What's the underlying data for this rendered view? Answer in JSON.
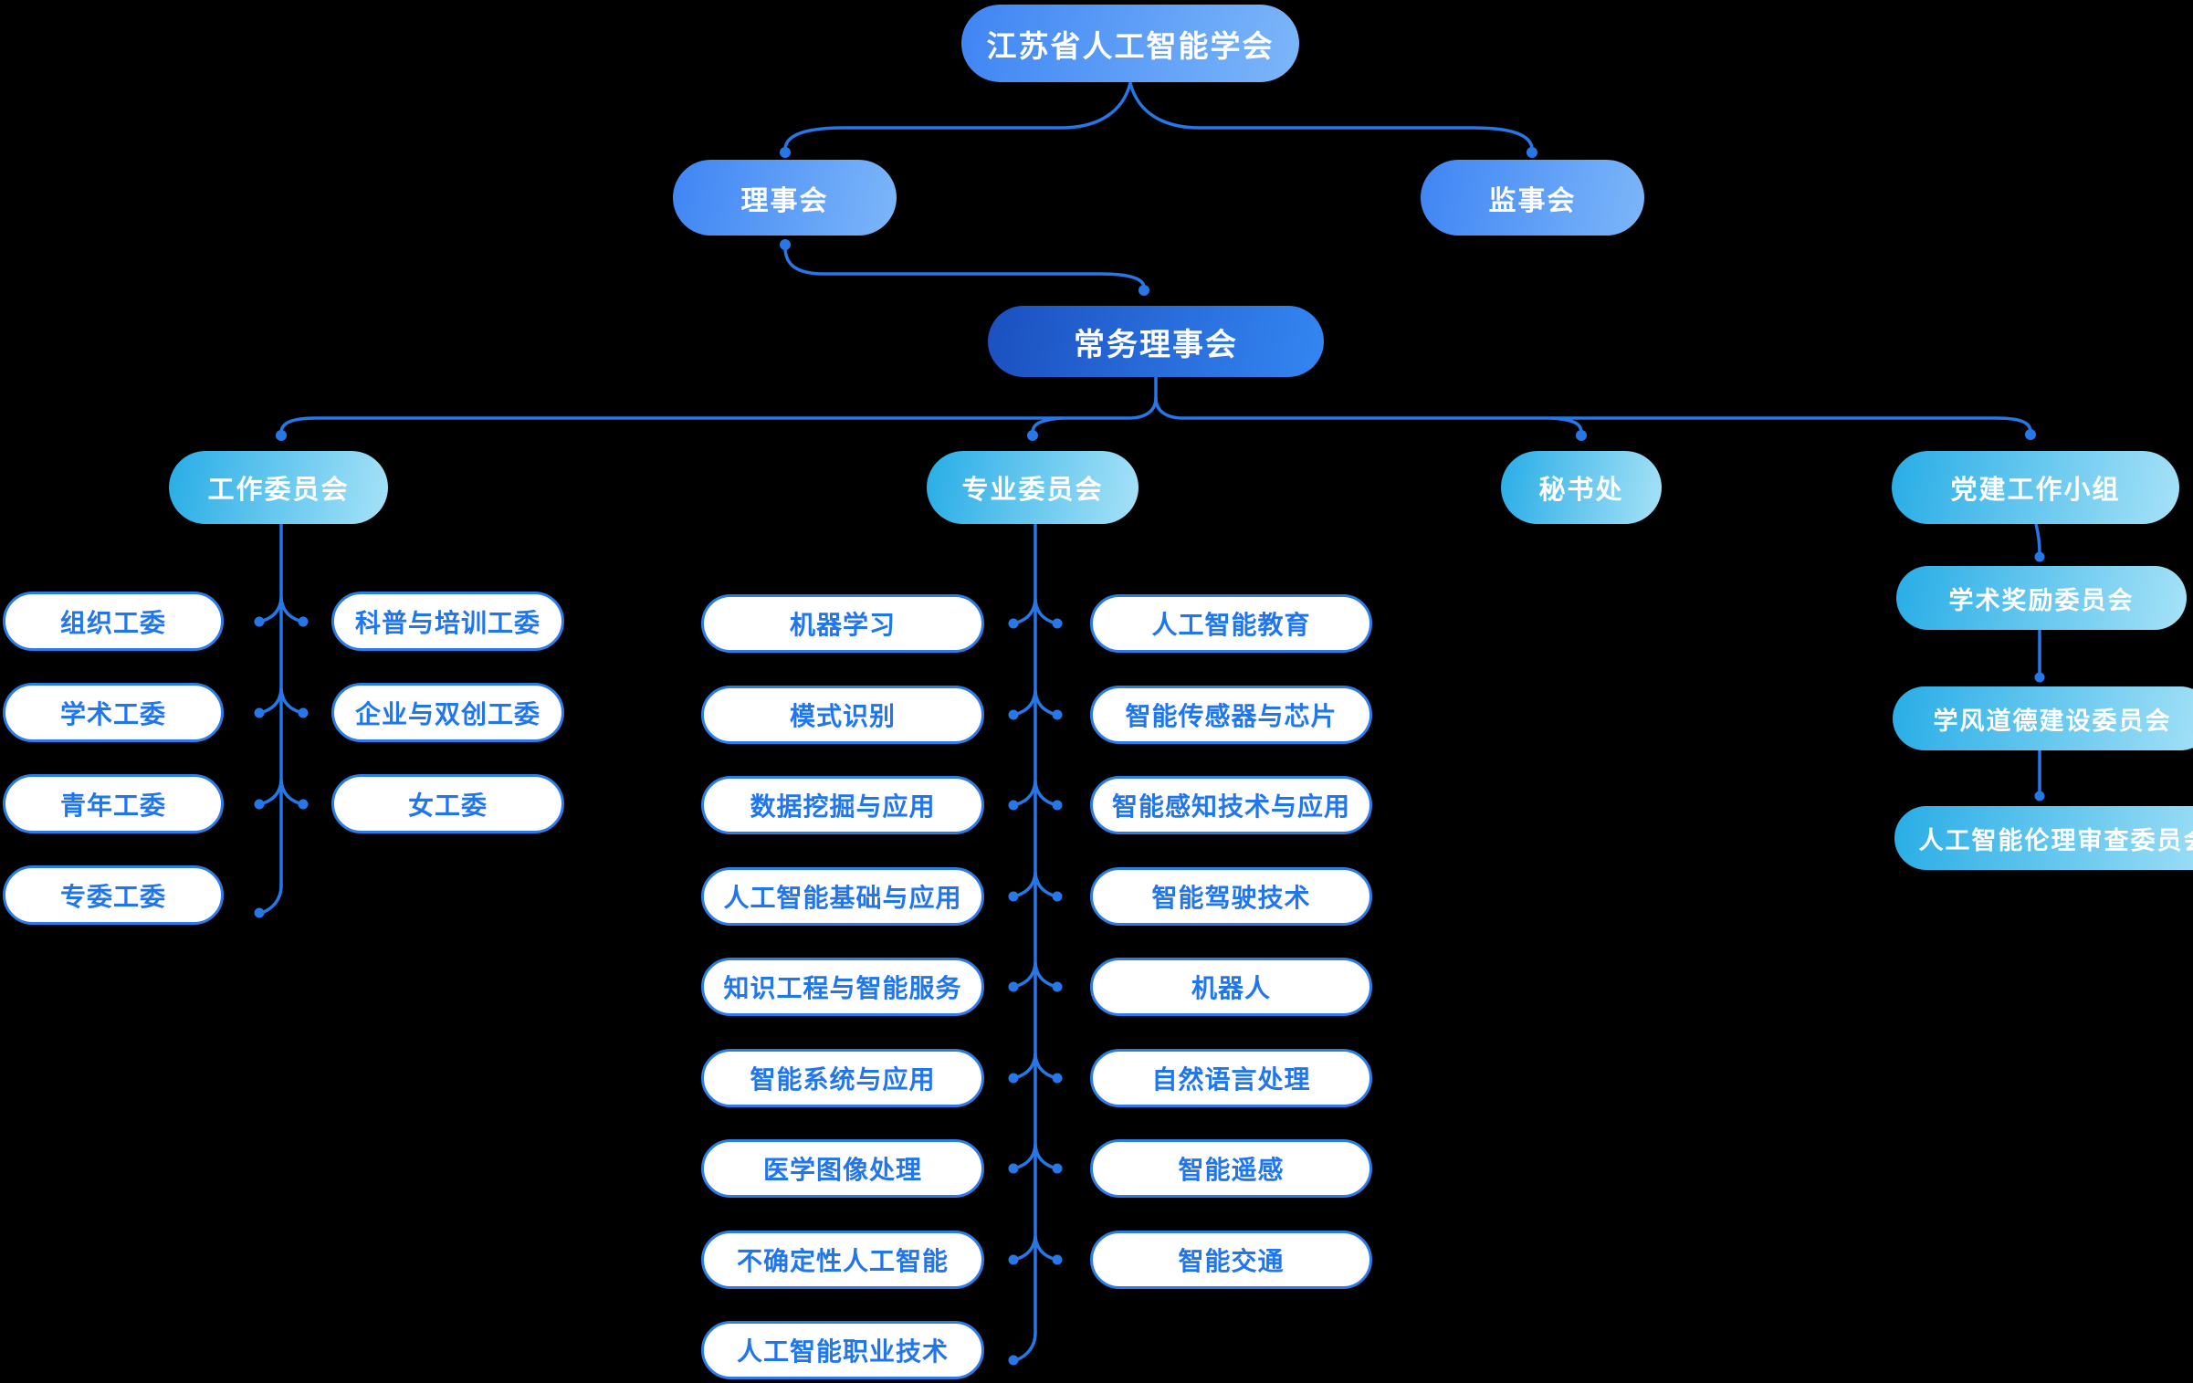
{
  "root": {
    "label": "江苏省人工智能学会"
  },
  "council": {
    "label": "理事会"
  },
  "supervisory_board": {
    "label": "监事会"
  },
  "executive_council": {
    "label": "常务理事会"
  },
  "work_committee": {
    "label": "工作委员会",
    "left": [
      "组织工委",
      "学术工委",
      "青年工委",
      "专委工委"
    ],
    "right": [
      "科普与培训工委",
      "企业与双创工委",
      "女工委"
    ]
  },
  "special_committee": {
    "label": "专业委员会",
    "left": [
      "机器学习",
      "模式识别",
      "数据挖掘与应用",
      "人工智能基础与应用",
      "知识工程与智能服务",
      "智能系统与应用",
      "医学图像处理",
      "不确定性人工智能",
      "人工智能职业技术"
    ],
    "right": [
      "人工智能教育",
      "智能传感器与芯片",
      "智能感知技术与应用",
      "智能驾驶技术",
      "机器人",
      "自然语言处理",
      "智能遥感",
      "智能交通"
    ]
  },
  "secretariat": {
    "label": "秘书处"
  },
  "party_group": {
    "label": "党建工作小组",
    "children": [
      "学术奖励委员会",
      "学风道德建设委员会",
      "人工智能伦理审查委员会"
    ]
  },
  "colors": {
    "background": "#000000",
    "connector": "#2677e8",
    "gradient_blue": [
      "#3f85f4",
      "#7cb6f9"
    ],
    "gradient_dark_blue": [
      "#1b50c0",
      "#3486f2"
    ],
    "gradient_cyan": [
      "#28ade6",
      "#a6e2f7"
    ],
    "white_node_border": "#2b7ce9",
    "white_node_text": "#2176ed",
    "filled_node_text": "#ffffff"
  }
}
